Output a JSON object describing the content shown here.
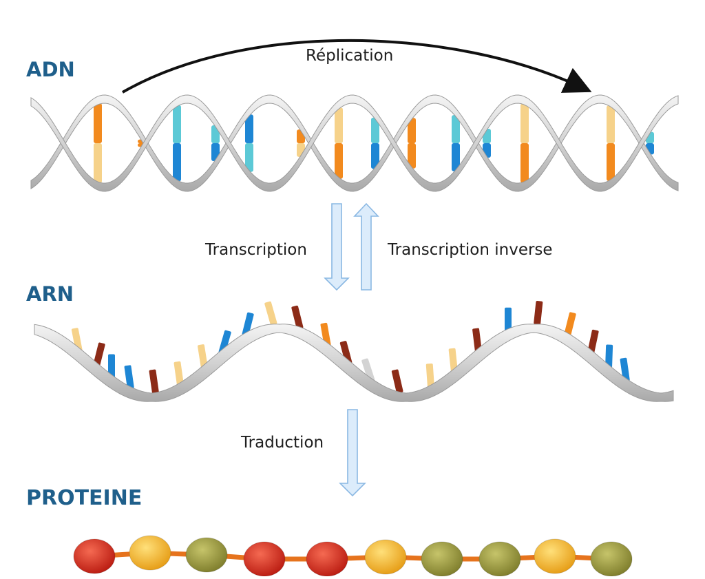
{
  "sections": {
    "dna": "ADN",
    "rna": "ARN",
    "protein": "PROTEINE"
  },
  "processes": {
    "replication": "Réplication",
    "transcription": "Transcription",
    "reverse_transcription": "Transcription inverse",
    "translation": "Traduction"
  },
  "colors": {
    "title": "#1f5f8b",
    "text": "#1e1e1e",
    "arrow_fill": "#dcecfb",
    "arrow_stroke": "#8ab8e3",
    "strand": "#d3d3d3",
    "orange": "#f28a1e",
    "blue": "#1e86d4",
    "cyan": "#5cc9d6",
    "maroon": "#8c2b17",
    "pale_yellow": "#f6d28a",
    "bead_red": "#d8261e",
    "bead_yellow": "#f5b625",
    "bead_olive": "#9b9a3c",
    "linker": "#e6731d"
  },
  "protein_beads": [
    "red",
    "yellow",
    "olive",
    "red",
    "red",
    "yellow",
    "olive",
    "olive",
    "yellow",
    "olive"
  ]
}
